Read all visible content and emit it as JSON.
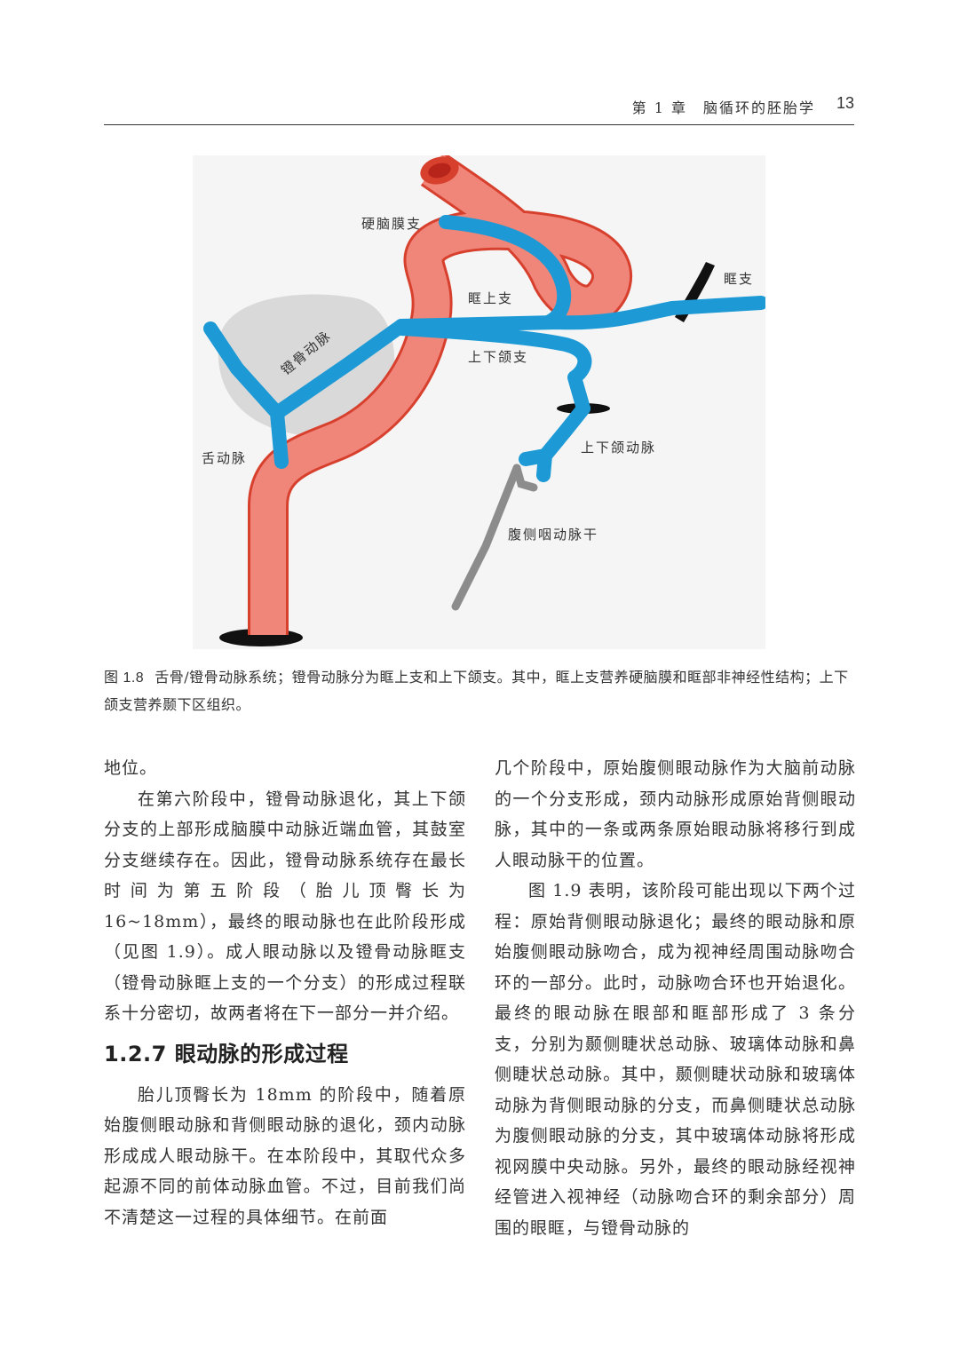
{
  "header": {
    "chapter": "第 1 章　脑循环的胚胎学",
    "page_number": "13"
  },
  "figure": {
    "labels": {
      "dural_branch": "硬脑膜支",
      "orbital_branch": "眶支",
      "supraorbital_branch": "眶上支",
      "stapedial_artery": "镫骨动脉",
      "maxillomandibular_branch": "上下颌支",
      "hyoid_artery": "舌动脉",
      "maxillomandibular_artery": "上下颌动脉",
      "ventral_pharyngeal_trunk": "腹侧咽动脉干"
    },
    "colors": {
      "background": "#f5f5f5",
      "artery": "#f0857a",
      "artery_dark": "#d8402e",
      "branch": "#1d9ad6",
      "region": "#d9d9d9",
      "trunk": "#8c8c8c",
      "marker": "#111111"
    }
  },
  "caption": {
    "number": "图 1.8",
    "text": "舌骨/镫骨动脉系统；镫骨动脉分为眶上支和上下颌支。其中，眶上支营养硬脑膜和眶部非神经性结构；上下颌支营养颞下区组织。"
  },
  "body": {
    "left_p1": "地位。",
    "left_p2": "在第六阶段中，镫骨动脉退化，其上下颌分支的上部形成脑膜中动脉近端血管，其鼓室分支继续存在。因此，镫骨动脉系统存在最长时间为第五阶段（胎儿顶臀长为 16~18mm），最终的眼动脉也在此阶段形成（见图 1.9）。成人眼动脉以及镫骨动脉眶支（镫骨动脉眶上支的一个分支）的形成过程联系十分密切，故两者将在下一部分一并介绍。",
    "section_title": "1.2.7 眼动脉的形成过程",
    "left_p3": "胎儿顶臀长为 18mm 的阶段中，随着原始腹侧眼动脉和背侧眼动脉的退化，颈内动脉形成成人眼动脉干。在本阶段中，其取代众多起源不同的前体动脉血管。不过，目前我们尚不清楚这一过程的具体细节。在前面",
    "right_p1": "几个阶段中，原始腹侧眼动脉作为大脑前动脉的一个分支形成，颈内动脉形成原始背侧眼动脉，其中的一条或两条原始眼动脉将移行到成人眼动脉干的位置。",
    "right_p2": "图 1.9 表明，该阶段可能出现以下两个过程：原始背侧眼动脉退化；最终的眼动脉和原始腹侧眼动脉吻合，成为视神经周围动脉吻合环的一部分。此时，动脉吻合环也开始退化。最终的眼动脉在眼部和眶部形成了 3 条分支，分别为颞侧睫状总动脉、玻璃体动脉和鼻侧睫状总动脉。其中，颞侧睫状动脉和玻璃体动脉为背侧眼动脉的分支，而鼻侧睫状总动脉为腹侧眼动脉的分支，其中玻璃体动脉将形成视网膜中央动脉。另外，最终的眼动脉经视神经管进入视神经（动脉吻合环的剩余部分）周围的眼眶，与镫骨动脉的"
  }
}
